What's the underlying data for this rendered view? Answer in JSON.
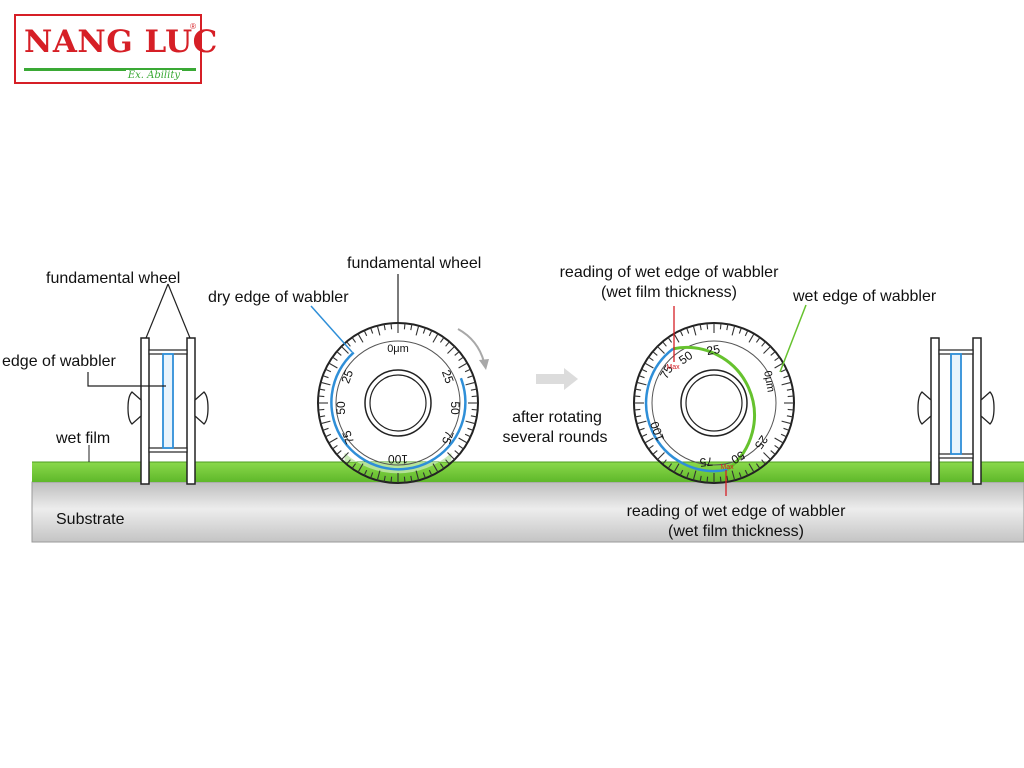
{
  "logo": {
    "brand": "NANG LUC",
    "registered": "®",
    "tagline": "Ex. Ability"
  },
  "labels": {
    "left_fundamental_wheel": "fundamental wheel",
    "left_edge_of_wabbler": "edge of wabbler",
    "left_wet_film": "wet film",
    "substrate": "Substrate",
    "center_fundamental_wheel": "fundamental wheel",
    "dry_edge": "dry edge of wabbler",
    "after_line1": "after rotating",
    "after_line2": "several rounds",
    "reading_top_line1": "reading of wet edge of wabbler",
    "reading_top_line2": "(wet film thickness)",
    "wet_edge": "wet edge of wabbler",
    "reading_bottom_line1": "reading of wet edge of wabbler",
    "reading_bottom_line2": "(wet film thickness)"
  },
  "dial_left": {
    "unit_label": "0μm",
    "scale_left": [
      "25",
      "50",
      "75"
    ],
    "scale_right": [
      "25",
      "50",
      "75"
    ],
    "bottom": "100"
  },
  "dial_right": {
    "unit_label": "0μm",
    "top": "25",
    "left_upper": "50",
    "left_lower": "75",
    "left_side": "100",
    "bottom_left": "75",
    "bottom_mid": "50",
    "bottom_right": "25",
    "max_top": "Max",
    "max_bottom": "Max"
  },
  "colors": {
    "wet_film": "#77cf3a",
    "substrate": "#cfcfcf",
    "wabbler_blue": "#2f8fd8",
    "wet_edge_green": "#66c22e",
    "marker_red": "#d61f26"
  }
}
